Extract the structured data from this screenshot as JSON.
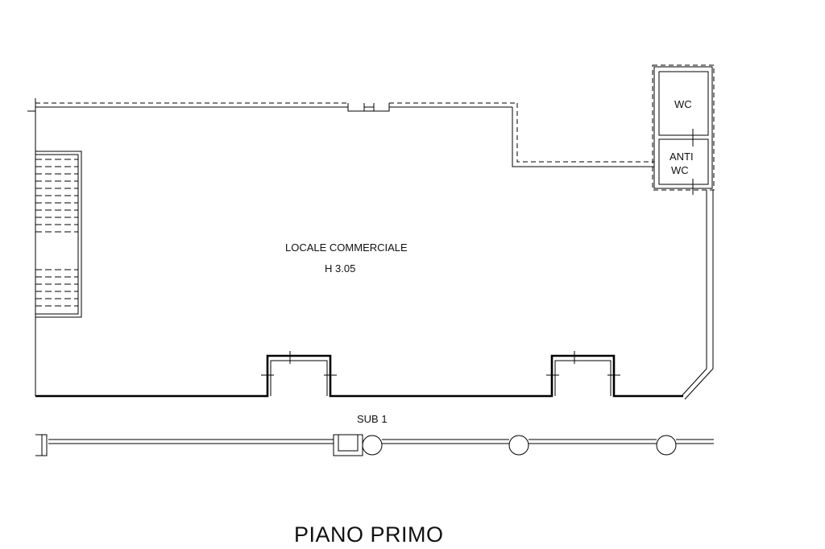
{
  "plan": {
    "main_room": {
      "name": "LOCALE COMMERCIALE",
      "height": "H 3.05"
    },
    "wc": "WC",
    "anti_wc": {
      "line1": "ANTI",
      "line2": "WC"
    },
    "sub_label": "SUB 1",
    "floor_title": "PIANO PRIMO"
  }
}
